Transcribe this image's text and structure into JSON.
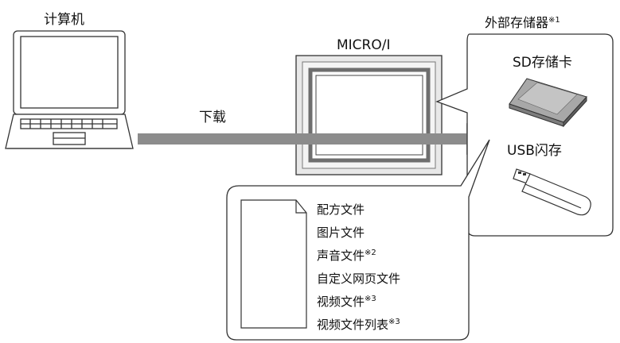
{
  "computer": {
    "label": "计算机"
  },
  "download": {
    "label": "下载"
  },
  "device": {
    "label": "MICRO/I"
  },
  "external": {
    "title": "外部存储器",
    "title_note": "※1",
    "sd_label": "SD存储卡",
    "usb_label": "USB闪存"
  },
  "files": [
    {
      "name": "配方文件",
      "note": ""
    },
    {
      "name": "图片文件",
      "note": ""
    },
    {
      "name": "声音文件",
      "note": "※2"
    },
    {
      "name": "自定义网页文件",
      "note": ""
    },
    {
      "name": "视频文件",
      "note": "※3"
    },
    {
      "name": "视频文件列表",
      "note": "※3"
    }
  ],
  "colors": {
    "arrow": "#8c8c8c",
    "line": "#333333",
    "device_frame": "#e8e8e8",
    "device_screen": "#6e6e6e",
    "sd_card": "#a8a8a8"
  },
  "icons": {
    "computer": "laptop-icon",
    "device": "hmi-panel-icon",
    "sd": "sd-card-icon",
    "usb": "usb-stick-icon",
    "file": "document-icon"
  }
}
